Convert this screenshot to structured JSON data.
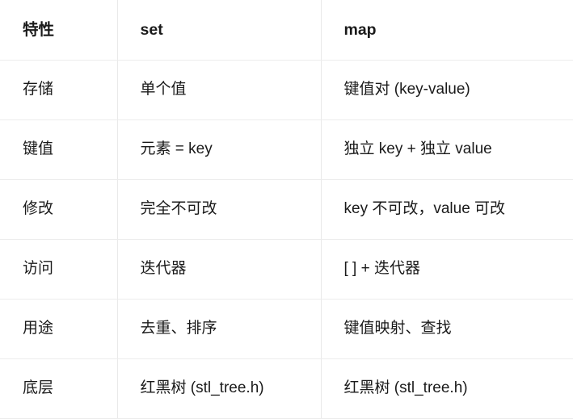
{
  "table": {
    "columns": [
      "特性",
      "set",
      "map"
    ],
    "rows": [
      {
        "feature": "存储",
        "set": "单个值",
        "map": "键值对 (key-value)"
      },
      {
        "feature": "键值",
        "set": "元素 = key",
        "map": "独立 key + 独立 value"
      },
      {
        "feature": "修改",
        "set": "完全不可改",
        "map": "key 不可改，value 可改"
      },
      {
        "feature": "访问",
        "set": "迭代器",
        "map": "[ ] + 迭代器"
      },
      {
        "feature": "用途",
        "set": "去重、排序",
        "map": "键值映射、查找"
      },
      {
        "feature": "底层",
        "set": "红黑树 (stl_tree.h)",
        "map": "红黑树 (stl_tree.h)"
      }
    ]
  },
  "colors": {
    "text": "#1a1a1a",
    "border": "#ececec",
    "background": "#ffffff"
  }
}
